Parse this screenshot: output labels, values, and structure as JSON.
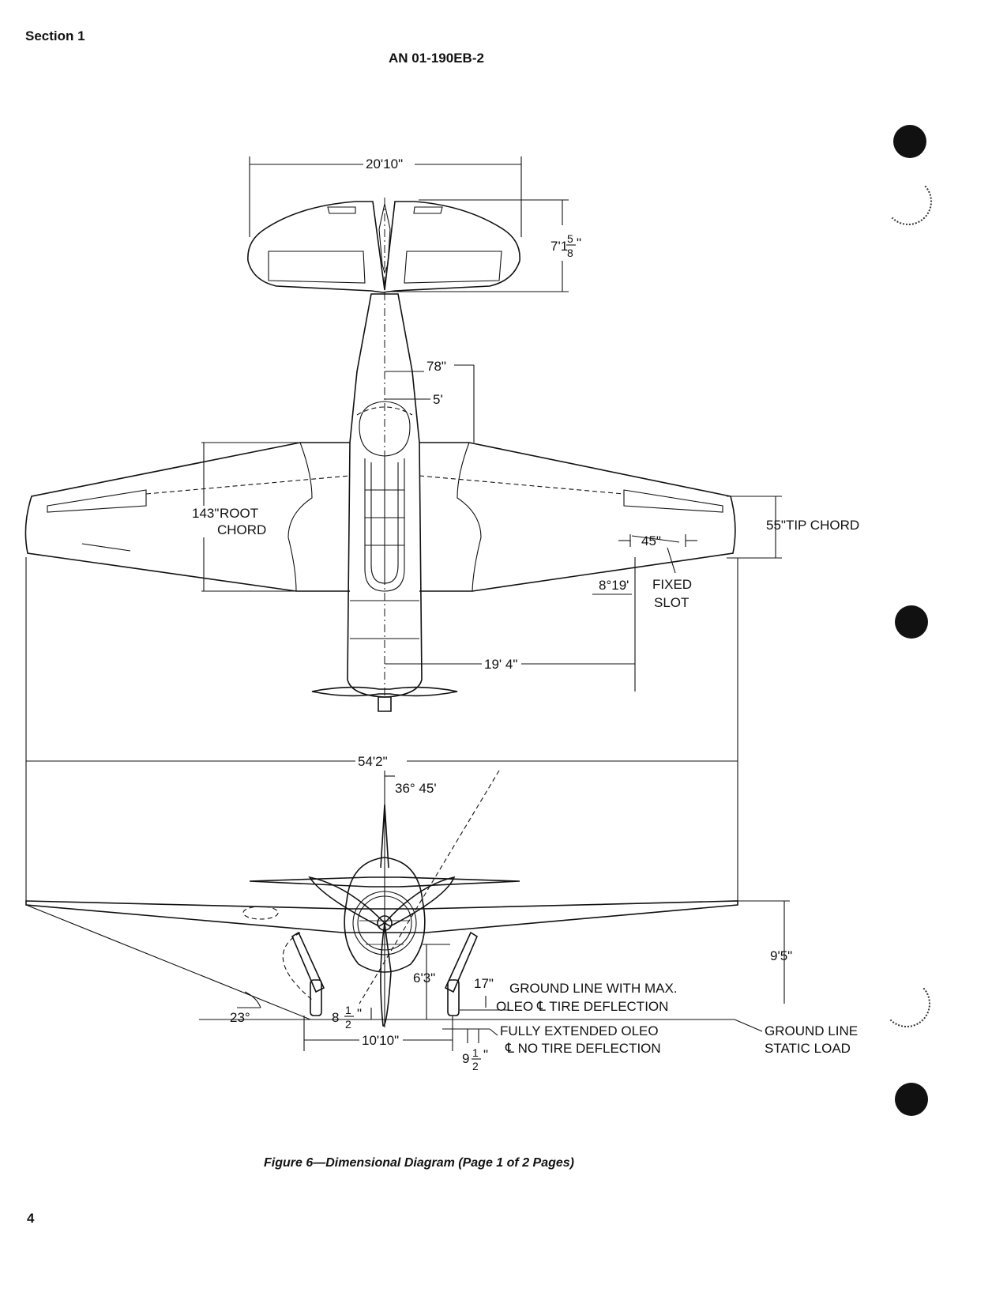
{
  "header": {
    "section": "Section 1",
    "doc_number": "AN 01-190EB-2"
  },
  "caption": "Figure 6—Dimensional Diagram (Page 1 of 2 Pages)",
  "page_number": "4",
  "dimensions": {
    "tail_span": "20'10\"",
    "tail_chord_whole": "7'1",
    "tail_chord_num": "5",
    "tail_chord_den": "8",
    "tail_chord_inch": "\"",
    "dim_78": "78\"",
    "dim_5": "5'",
    "root_chord_value": "143\"",
    "root_chord_label1": "ROOT",
    "root_chord_label2": "CHORD",
    "tip_chord": "55\"TIP CHORD",
    "slot_length": "45\"",
    "fixed_slot_1": "FIXED",
    "fixed_slot_2": "SLOT",
    "sweep_angle": "8°19'",
    "length_19_4": "19' 4\"",
    "wing_span": "54'2\"",
    "prop_angle": "36° 45'",
    "height_9_5": "9'5\"",
    "prop_clear_6_3": "6'3\"",
    "dim_17": "17\"",
    "ground_max_1": "GROUND LINE WITH MAX.",
    "ground_max_2": "OLEO ℄ TIRE DEFLECTION",
    "dihedral_23": "23°",
    "prop_clear_whole": "8",
    "prop_clear_num": "1",
    "prop_clear_den": "2",
    "prop_clear_inch": "\"",
    "tread": "10'10\"",
    "full_ext_1": "FULLY EXTENDED OLEO",
    "full_ext_2": "℄ NO TIRE DEFLECTION",
    "dim_9_half_whole": "9",
    "dim_9_half_num": "1",
    "dim_9_half_den": "2",
    "dim_9_half_inch": "\"",
    "ground_static_1": "GROUND LINE",
    "ground_static_2": "STATIC LOAD"
  }
}
